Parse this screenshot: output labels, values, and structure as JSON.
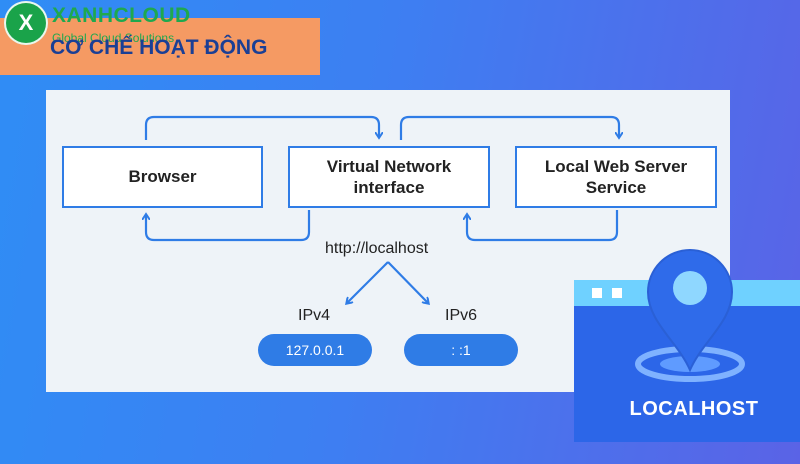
{
  "header": {
    "logo_letter": "X",
    "logo_name": "XANHCLOUD",
    "logo_tagline": "Global Cloud Solutions",
    "title": "CƠ CHẾ HOẠT ĐỘNG"
  },
  "diagram": {
    "nodes": {
      "browser": "Browser",
      "virtual_network_line1": "Virtual Network",
      "virtual_network_line2": "interface",
      "local_server_line1": "Local Web Server",
      "local_server_line2": "Service"
    },
    "url_label": "http://localhost",
    "ipv4_label": "IPv4",
    "ipv6_label": "IPv6",
    "ipv4_address": "127.0.0.1",
    "ipv6_address": ": :1"
  },
  "badge": {
    "text": "LOCALHOST",
    "icon": "map-pin-icon"
  },
  "colors": {
    "accent": "#2f7ce6",
    "title_bar": "#f59a63",
    "title_text": "#1a3f95",
    "brand_green": "#1fa84f"
  }
}
